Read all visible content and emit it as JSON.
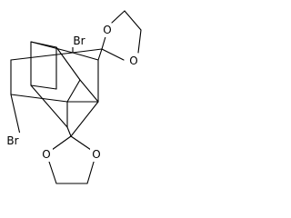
{
  "atom_labels": {
    "bromine_top": "Br",
    "bromine_bottom": "Br",
    "oxygen_top_left": "O",
    "oxygen_top_right": "O",
    "oxygen_bottom_left": "O",
    "oxygen_bottom_right": "O"
  },
  "colors": {
    "bond": "#000000",
    "label": "#000000",
    "background": "#ffffff"
  }
}
